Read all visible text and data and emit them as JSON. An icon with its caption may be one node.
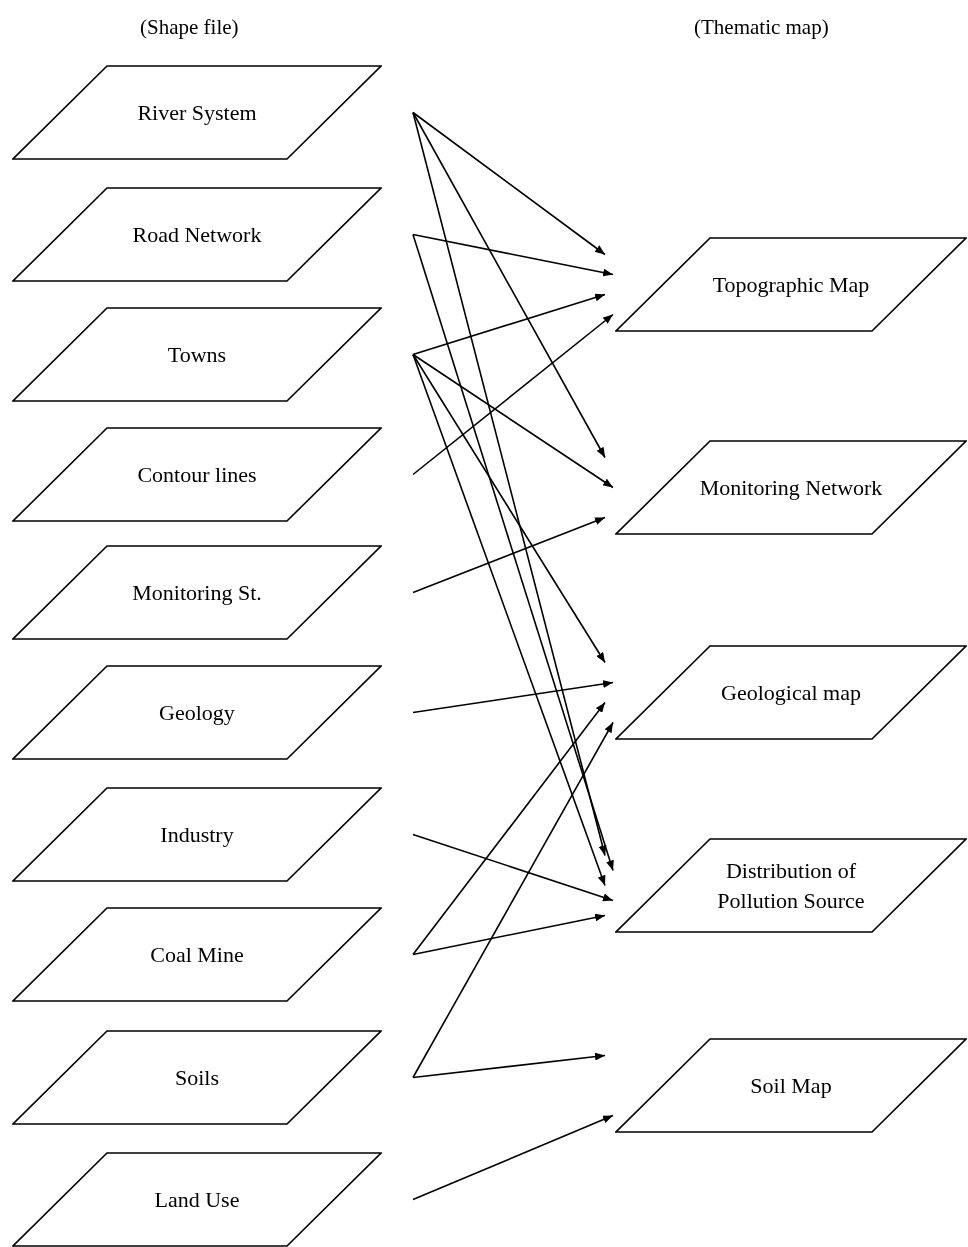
{
  "diagram": {
    "nodes": [
      {
        "text": [
          "River System"
        ]
      },
      {
        "text": [
          "Road Network"
        ]
      },
      {
        "text": [
          "Towns"
        ]
      },
      {
        "text": [
          "Contour lines"
        ]
      },
      {
        "text": [
          "Monitoring St."
        ]
      },
      {
        "text": [
          "Geology"
        ]
      },
      {
        "text": [
          "Industry"
        ]
      },
      {
        "text": [
          "Coal Mine"
        ]
      },
      {
        "text": [
          "Soils"
        ]
      },
      {
        "text": [
          "Land Use"
        ]
      },
      {
        "text": [
          "Topographic Map"
        ]
      },
      {
        "text": [
          "Monitoring Network"
        ]
      },
      {
        "text": [
          "Geological map"
        ]
      },
      {
        "text": [
          "Distribution of Pollution Source"
        ]
      },
      {
        "text": [
          "Soil Map"
        ]
      }
    ],
    "edges": [
      {
        "from": 0,
        "to": 10,
        "arrow": "to"
      },
      {
        "from": 0,
        "to": 11,
        "arrow": "to"
      },
      {
        "from": 0,
        "to": 13,
        "arrow": "to"
      },
      {
        "from": 1,
        "to": 10,
        "arrow": "to"
      },
      {
        "from": 1,
        "to": 13,
        "arrow": "to"
      },
      {
        "from": 2,
        "to": 10,
        "arrow": "to"
      },
      {
        "from": 2,
        "to": 11,
        "arrow": "to"
      },
      {
        "from": 2,
        "to": 12,
        "arrow": "to"
      },
      {
        "from": 2,
        "to": 13,
        "arrow": "to"
      },
      {
        "from": 3,
        "to": 10,
        "arrow": "to"
      },
      {
        "from": 4,
        "to": 11,
        "arrow": "to"
      },
      {
        "from": 5,
        "to": 12,
        "arrow": "to"
      },
      {
        "from": 6,
        "to": 13,
        "arrow": "to"
      },
      {
        "from": 7,
        "to": 12,
        "arrow": "to"
      },
      {
        "from": 7,
        "to": 13,
        "arrow": "to"
      },
      {
        "from": 8,
        "to": 12,
        "arrow": "to"
      },
      {
        "from": 8,
        "to": 14,
        "arrow": "to"
      },
      {
        "from": 9,
        "to": 14,
        "arrow": "to"
      }
    ],
    "labels": [
      "(Shape file)",
      "(Thematic map)"
    ]
  }
}
